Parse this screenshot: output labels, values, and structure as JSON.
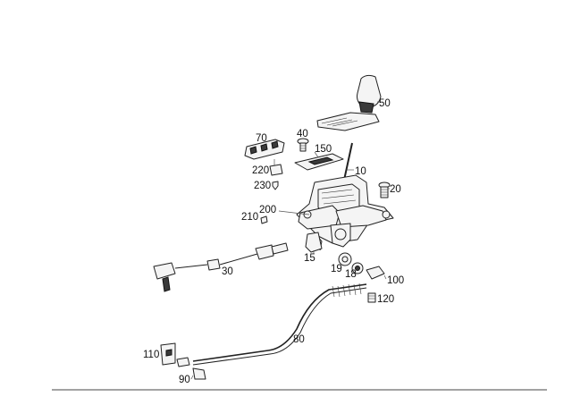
{
  "labels": {
    "p50": "50",
    "p40": "40",
    "p70": "70",
    "p150": "150",
    "p10": "10",
    "p220": "220",
    "p230": "230",
    "p20": "20",
    "p200": "200",
    "p210": "210",
    "p15": "15",
    "p19": "19",
    "p18": "18",
    "p100": "100",
    "p120": "120",
    "p30": "30",
    "p80": "80",
    "p110": "110",
    "p90": "90"
  }
}
